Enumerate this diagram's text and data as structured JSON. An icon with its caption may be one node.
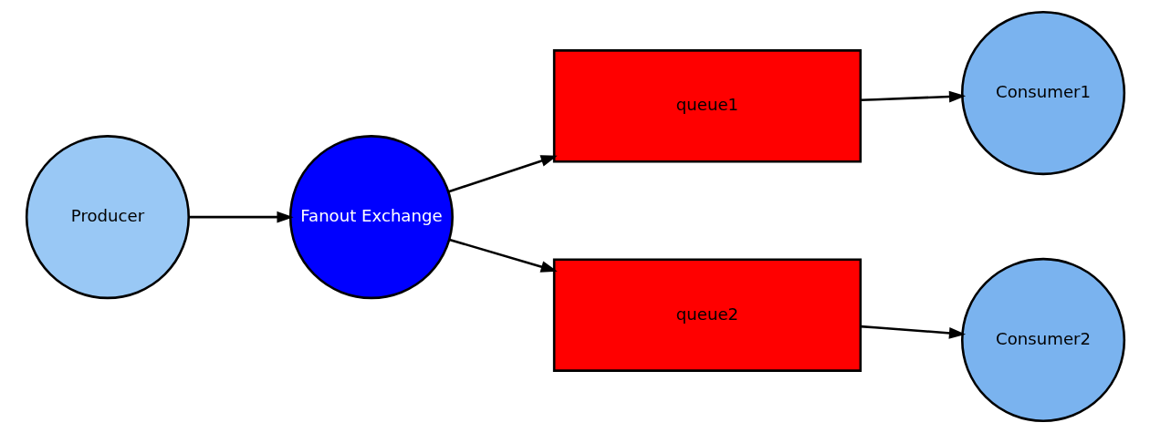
{
  "diagram": {
    "nodes": [
      {
        "text": [
          "Producer"
        ]
      },
      {
        "text": [
          "Fanout Exchange"
        ]
      },
      {
        "text": [
          "queue1"
        ]
      },
      {
        "text": [
          "queue2"
        ]
      },
      {
        "text": [
          "Consumer1"
        ]
      },
      {
        "text": [
          "Consumer2"
        ]
      }
    ],
    "edges": [
      {
        "from": 0,
        "to": 1,
        "arrow": "to"
      },
      {
        "from": 1,
        "to": 2,
        "arrow": "to"
      },
      {
        "from": 1,
        "to": 3,
        "arrow": "to"
      },
      {
        "from": 2,
        "to": 4,
        "arrow": "to"
      },
      {
        "from": 3,
        "to": 5,
        "arrow": "to"
      }
    ]
  }
}
